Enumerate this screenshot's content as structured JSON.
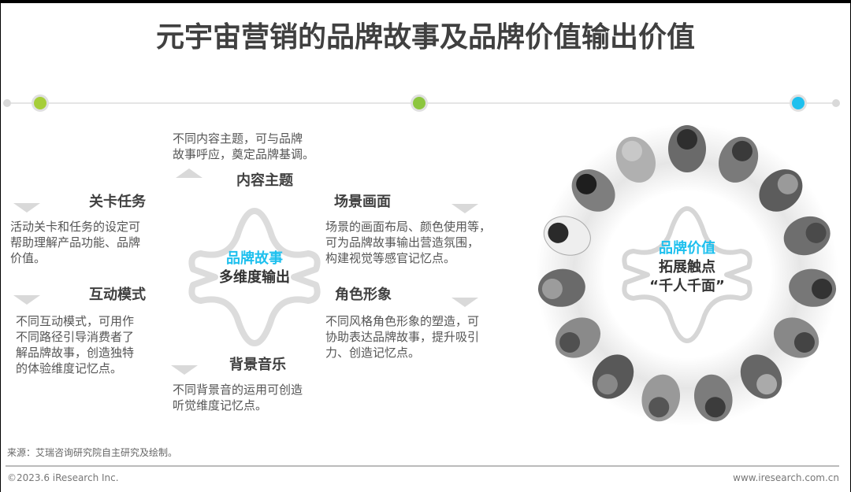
{
  "title": "元宇宙营销的品牌故事及品牌价值输出价值",
  "timeline": {
    "dots": [
      {
        "position": "left",
        "color": "#a6ce39"
      },
      {
        "position": "center",
        "color": "#8cc63f"
      },
      {
        "position": "right",
        "color": "#1ec0ee"
      }
    ],
    "line_color": "#e5e5e5"
  },
  "brand_story": {
    "center_line1": "品牌故事",
    "center_line2": "多维度输出",
    "items": [
      {
        "heading": "内容主题",
        "desc_lines": [
          "不同内容主题，可与品牌",
          "故事呼应，奠定品牌基调。"
        ],
        "arrow": "up"
      },
      {
        "heading": "关卡任务",
        "desc_lines": [
          "活动关卡和任务的设定可",
          "帮助理解产品功能、品牌",
          "价值。"
        ],
        "arrow": "down"
      },
      {
        "heading": "互动模式",
        "desc_lines": [
          "不同互动模式，可用作",
          "不同路径引导消费者了",
          "解品牌故事，创造独特",
          "的体验维度记忆点。"
        ],
        "arrow": "down"
      },
      {
        "heading": "背景音乐",
        "desc_lines": [
          "不同背景音的运用可创造",
          "听觉维度记忆点。"
        ],
        "arrow": "down"
      },
      {
        "heading": "场景画面",
        "desc_lines": [
          "场景的画面布局、颜色使用等，",
          "可为品牌故事输出营造氛围，",
          "构建视觉等感官记忆点。"
        ],
        "arrow": "down"
      },
      {
        "heading": "角色形象",
        "desc_lines": [
          "不同风格角色形象的塑造，可",
          "协助表达品牌故事，提升吸引",
          "力、创造记忆点。"
        ],
        "arrow": "down"
      }
    ]
  },
  "brand_value": {
    "line1": "品牌价值",
    "line2": "拓展触点",
    "line3": "“千人千面”",
    "image_desc": "people-circle-photo"
  },
  "colors": {
    "accent_blue": "#1ec0ee",
    "green": "#8cc63f",
    "lime": "#a6ce39",
    "heading": "#404040",
    "body_text": "#555555"
  },
  "footer": {
    "source": "来源：艾瑞咨询研究院自主研究及绘制。",
    "copyright": "©2023.6 iResearch Inc.",
    "website": "www.iresearch.com.cn"
  }
}
